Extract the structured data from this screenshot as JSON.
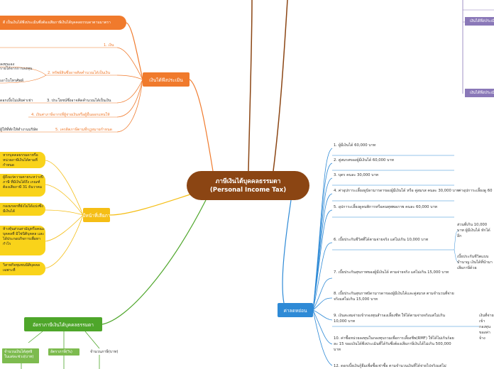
{
  "central": {
    "title_th": "ภาษีเงินได้บุคคลธรรมดา",
    "title_en": "(Personal Income Tax)"
  },
  "branches": {
    "income": "เงินได้พึงประเมิน",
    "taxpayer": "ผู้มีหน้าที่เสียภาษี",
    "tax_rate": "อัตราภาษีเงินได้บุคคลธรรมดา",
    "deduction": "ค่าลดหย่อน"
  },
  "income": {
    "top_bar": "ดี เป็นเงินได้พึงประเมินซึ่งต้องเสียภาษีเงินได้บุคคลธรรมดาตามมาตรา",
    "items": [
      {
        "label": "1. เงิน"
      },
      {
        "label": "2. ทรัพย์สินซึ่งอาจคิดคำนวณได้เป็นเงิน"
      },
      {
        "label": "3. ประโยชน์ซึ่งอาจคิดคำนวณได้เป็นเงิน"
      },
      {
        "label": "4. เงินค่าภาษีอากรที่ผู้จ่ายเงินหรือผู้อื่นออกแทนให้"
      },
      {
        "label": "5. เครดิตภาษีตามที่กฎหมายกำหนด"
      }
    ],
    "left_texts": [
      "ลงทุนเอง",
      "รายได้จากการลงทุน",
      "เอาโบโทรศัพท์",
      "ดอกเบี้ยไม่เสียค่าเช่า",
      "ผู้ให้ที่พักให้ทำงานบริษัท"
    ]
  },
  "taxpayer": {
    "items": [
      "หากบุคคลธรรมดาหรือหน่วยภาษีเงินได้ตามที่กำหนด",
      "ผู้ถึงแก่ความตายระหว่างปีภาษี ที่มีเงินได้ถึง เกณฑ์ต้องเสียภาษี 31 ธันวาคม",
      "กองมรดกที่ยังไม่ได้แบ่งซึ่งมีเงินได้",
      "ห้างหุ้นส่วนสามัญหรือคณะบุคคลที่ มิใช่นิติบุคคล และได้ประกอบกิจการเพื่อหากำไร",
      "วิสาหกิจชุมชนนิติบุคคล เฉพาะที่"
    ]
  },
  "tax_rate": {
    "headers": [
      "จำนวนเงินได้สุทธิ ในแต่ละช่วง(บาท)",
      "อัตราภาษี(%)",
      "จำนวนภาษี(บาท)"
    ]
  },
  "deduction": {
    "items": [
      "1. ผู้มีเงินได้ 60,000 บาท",
      "2. คู่สมรสของผู้มีเงินได้  60,000 บาท",
      "3. บุตร คนละ 30,000 บาท",
      "4. ค่าอุปการะเลี้ยงดูบิดามารดาของผู้มีเงินได้ หรือ คู่สมรส คนละ 30,000 บาท",
      "5. อุปการะเลี้ยงดูคนพิการหรือคนทุพพลภาพ คนละ 60,000 บาท",
      "6. เบี้ยประกันชีวิตที่ได้ตามจ่ายจริง แต่ไม่เกิน 10,000 บาท",
      "7. เบี้ยประกันสุขภาพของผู้มีเงินได้ ตามจ่ายจริง แต่ไม่เกิน 15,000 บาท",
      "8. เบี้ยประกันสุขภาพบิดามารดาของผู้มีเงินได้และคู่สมรส ตามจำนวนที่จ่ายจริงแต่ไม่เกิน 15,000 บาท",
      "9. เงินสะสมจ่ายเข้ากองทุนสำรองเลี้ยงชีพ ให้ได้ตามจ่ายจริงแต่ไม่เกิน 10,000 บาท",
      "10. ค่าซื้อหน่วยลงทุนในกองทุนรวมเพื่อการเลี้ยงชีพ(RMF) ให้ได้ไม่เกินร้อยละ  15 ของเงินได้พึงประเมินที่ได้รับซึ่งต้องเสียภาษีเงินได้ไม่เกิน 500,000 บาท",
      "12. ดอกเบี้ยเงินกู้ยืมเพื่อซื้อเช่าซื้อ ตามจำนวนเงินที่ได้จ่ายไปจริงแต่ไม่"
    ],
    "item4_sub": "ค่าอุปการะเลี้ยงดู 60",
    "item6_sub1": "ส่วนที่เกิน 10,000 บาท ผู้มีเงินได้ หักได้อีก",
    "item6_sub2": "เบี้ยประกันชีวิตแบบบำนาญ เงินได้ที่นำมาเสียภาษีด้วย",
    "item9_sub": "เงินที่จ่ายเข้ากองทุน ของค่าจ้าง"
  },
  "top_right": {
    "purple_1": "เงินได้พึงประเมิน",
    "purple_2": "เงินได้พึงประเมิน"
  },
  "colors": {
    "central": "#8b4513",
    "orange": "#f07a2c",
    "yellow": "#f5be15",
    "green": "#4ea62a",
    "blue": "#2e8ad6",
    "purple": "#8a78b8"
  }
}
